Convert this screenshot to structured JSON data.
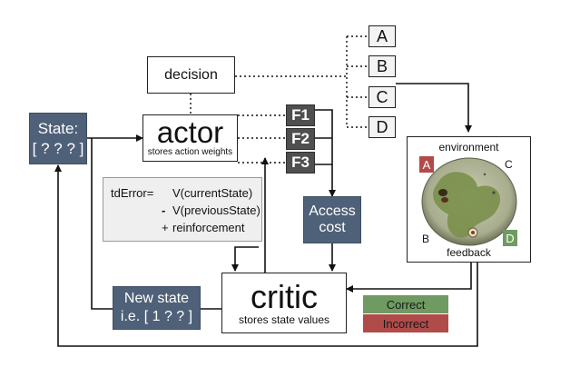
{
  "state": {
    "title": "State:",
    "value": "[ ? ? ? ]"
  },
  "decision": {
    "label": "decision"
  },
  "actor": {
    "title": "actor",
    "subtitle": "stores action weights"
  },
  "features": [
    "F1",
    "F2",
    "F3"
  ],
  "options": [
    "A",
    "B",
    "C",
    "D"
  ],
  "td_error": {
    "label": "tdError=",
    "current": "V(currentState)",
    "previous_sign": "-",
    "previous": "V(previousState)",
    "reward_sign": "+",
    "reward": "reinforcement"
  },
  "access_cost": {
    "line1": "Access",
    "line2": "cost"
  },
  "environment": {
    "title": "environment",
    "corner_a": "A",
    "corner_b": "B",
    "corner_c": "C",
    "corner_d": "D",
    "footer": "feedback"
  },
  "new_state": {
    "line1": "New state",
    "line2": "i.e. [ 1 ? ? ]"
  },
  "critic": {
    "title": "critic",
    "subtitle": "stores state values"
  },
  "feedback_labels": {
    "correct": "Correct",
    "incorrect": "Incorrect"
  },
  "colors": {
    "slate": "#4f6178",
    "feature_box": "#4f4f4f",
    "correct": "#6f9a62",
    "incorrect": "#b04b4a"
  }
}
